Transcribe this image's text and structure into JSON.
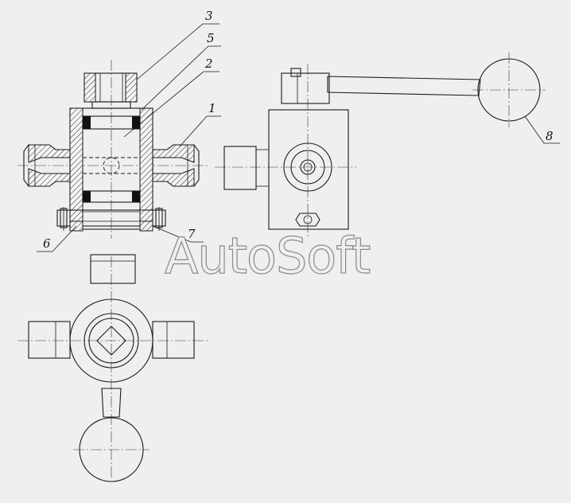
{
  "watermark": "AutoSoft",
  "callouts": [
    "1",
    "2",
    "3",
    "5",
    "6",
    "7",
    "8"
  ]
}
